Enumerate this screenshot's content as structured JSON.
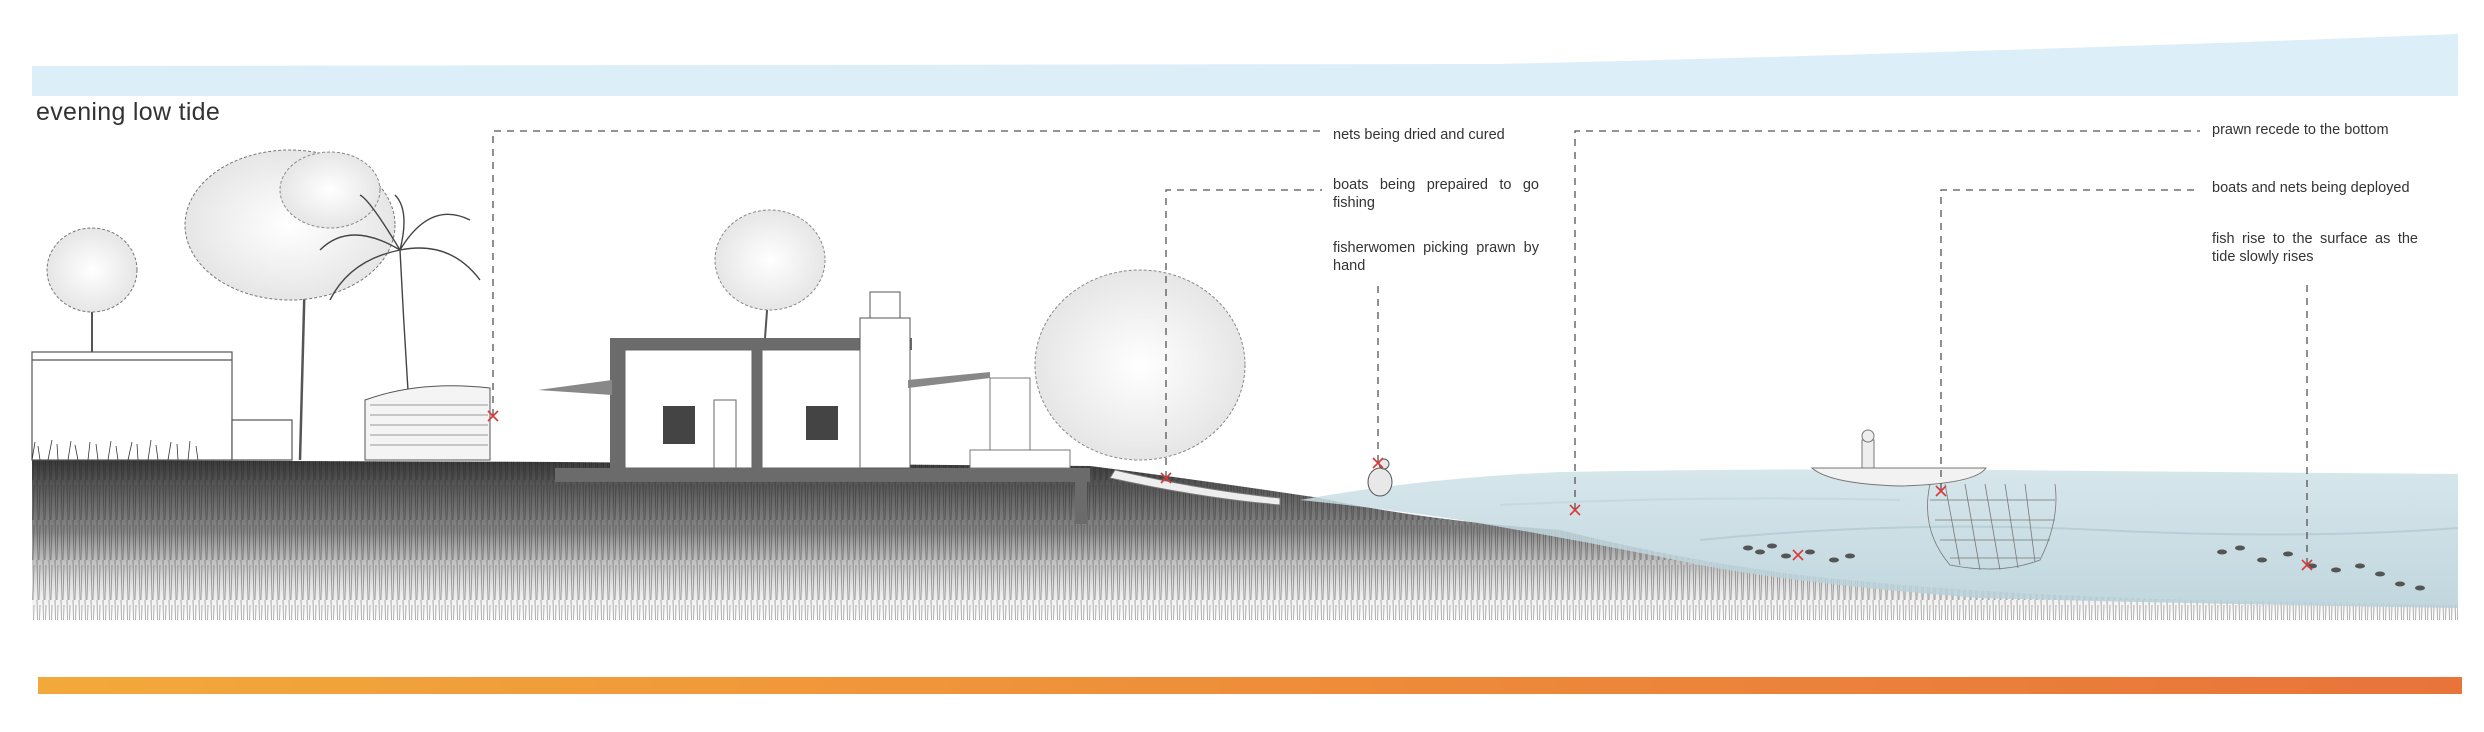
{
  "title": "evening low tide",
  "annotations": {
    "nets_dried": "nets being dried and cured",
    "boats_prepared": "boats being prepaired to go fishing",
    "fisherwomen": "fisherwomen picking prawn by hand",
    "prawn_recede": "prawn recede to the bottom",
    "boats_nets_deployed": "boats and nets being deployed",
    "fish_rise": "fish rise to the surface as the tide slowly rises"
  },
  "colors": {
    "sky": "#dceef8",
    "water": "#c9dde4",
    "ground": "#3a3a3a",
    "bar_start": "#f2a93b",
    "bar_end": "#e8743a",
    "marker": "#d83a3a"
  }
}
